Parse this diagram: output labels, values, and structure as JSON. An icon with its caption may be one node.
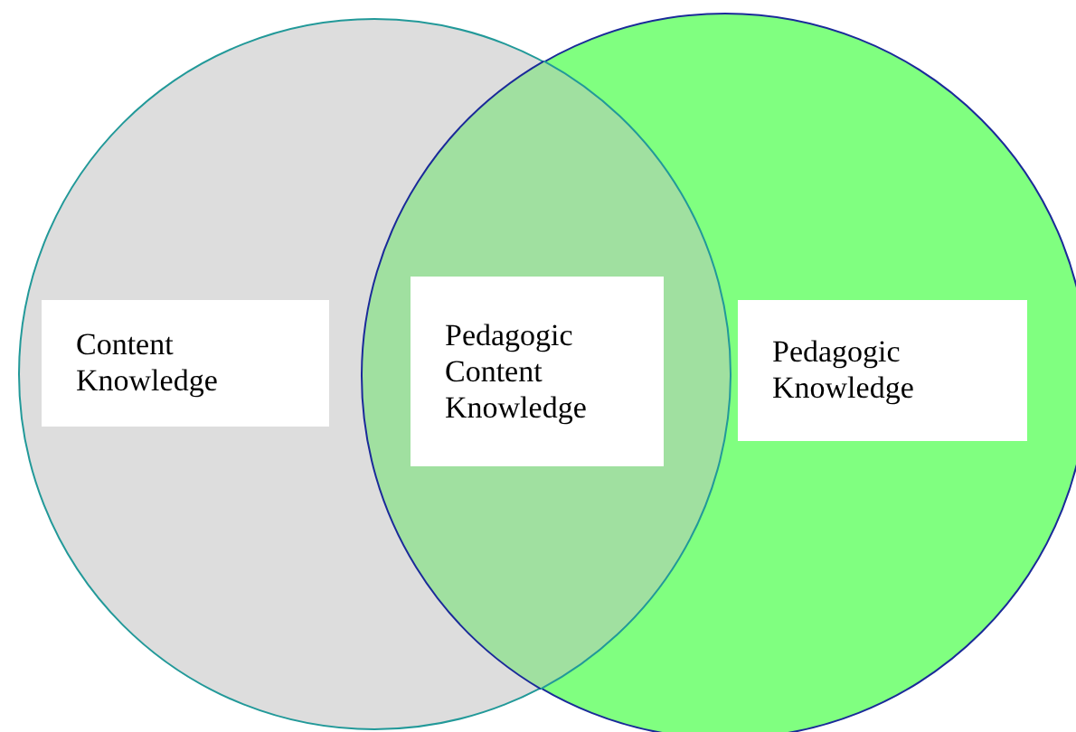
{
  "diagram": {
    "nodes": [
      {
        "text": [],
        "shape": "circle"
      },
      {
        "text": [],
        "shape": "circle"
      },
      {
        "text": [
          "Content Knowledge"
        ],
        "in": 0
      },
      {
        "text": [
          "Pedagogic Content Knowledge"
        ]
      },
      {
        "text": [
          "Pedagogic Knowledge"
        ],
        "in": 1
      }
    ]
  }
}
